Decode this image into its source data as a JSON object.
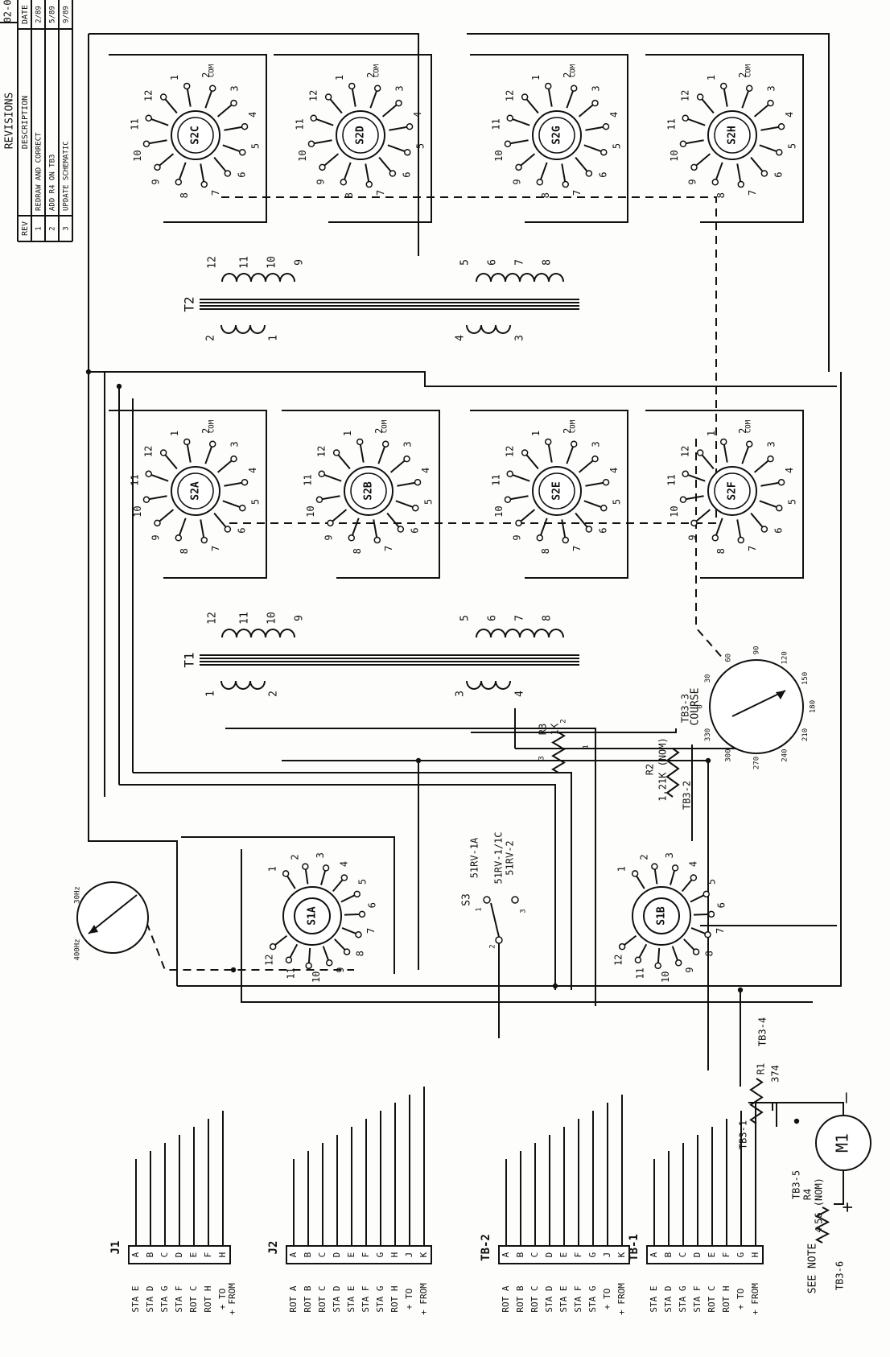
{
  "revisions": {
    "title": "REVISIONS",
    "drawing_no": "02-0",
    "headers": [
      "REV",
      "DESCRIPTION",
      "DATE"
    ],
    "rows": [
      [
        "1",
        "REDRAW AND CORRECT",
        "2/89"
      ],
      [
        "2",
        "ADD R4 ON TB3",
        "5/89"
      ],
      [
        "3",
        "UPDATE SCHEMATIC",
        "9/89"
      ]
    ]
  },
  "transformers": [
    {
      "id": "T2",
      "primary": [
        "2",
        "1",
        "4",
        "3"
      ],
      "secondary": [
        "12",
        "11",
        "10",
        "9",
        "5",
        "6",
        "7",
        "8"
      ]
    },
    {
      "id": "T1",
      "primary": [
        "1",
        "2",
        "3",
        "4"
      ],
      "secondary": [
        "12",
        "11",
        "10",
        "9",
        "5",
        "6",
        "7",
        "8"
      ]
    }
  ],
  "switch_decks": [
    {
      "id": "S2C",
      "positions": [
        "1",
        "2",
        "3",
        "4",
        "5",
        "6",
        "7",
        "8",
        "9",
        "10",
        "11",
        "12"
      ],
      "common": "COM"
    },
    {
      "id": "S2D",
      "positions": [
        "1",
        "2",
        "3",
        "4",
        "5",
        "6",
        "7",
        "8",
        "9",
        "10",
        "11",
        "12"
      ],
      "common": "COM"
    },
    {
      "id": "S2G",
      "positions": [
        "1",
        "2",
        "3",
        "4",
        "5",
        "6",
        "7",
        "8",
        "9",
        "10",
        "11",
        "12"
      ],
      "common": "COM"
    },
    {
      "id": "S2H",
      "positions": [
        "1",
        "2",
        "3",
        "4",
        "5",
        "6",
        "7",
        "8",
        "9",
        "10",
        "11",
        "12"
      ],
      "common": "COM"
    },
    {
      "id": "S2A",
      "positions": [
        "1",
        "2",
        "3",
        "4",
        "5",
        "6",
        "7",
        "8",
        "9",
        "10",
        "11",
        "12"
      ],
      "common": "COM"
    },
    {
      "id": "S2B",
      "positions": [
        "1",
        "2",
        "3",
        "4",
        "5",
        "6",
        "7",
        "8",
        "9",
        "10",
        "11",
        "12"
      ],
      "common": "COM"
    },
    {
      "id": "S2E",
      "positions": [
        "1",
        "2",
        "3",
        "4",
        "5",
        "6",
        "7",
        "8",
        "9",
        "10",
        "11",
        "12"
      ],
      "common": "COM"
    },
    {
      "id": "S2F",
      "positions": [
        "1",
        "2",
        "3",
        "4",
        "5",
        "6",
        "7",
        "8",
        "9",
        "10",
        "11",
        "12"
      ],
      "common": "COM"
    }
  ],
  "selector_switches": [
    {
      "id": "S1A",
      "positions": [
        "1",
        "2",
        "3",
        "4",
        "5",
        "6",
        "7",
        "8",
        "9",
        "10",
        "11",
        "12"
      ]
    },
    {
      "id": "S1B",
      "positions": [
        "1",
        "2",
        "3",
        "4",
        "5",
        "6",
        "7",
        "8",
        "9",
        "10",
        "11",
        "12"
      ]
    }
  ],
  "s3": {
    "id": "S3",
    "contacts": [
      "51RV-1A",
      "51RV-1/1C",
      "51RV-2"
    ],
    "terminals": [
      "1",
      "2",
      "3"
    ]
  },
  "course_dial": {
    "title": "COURSE",
    "marks": [
      "0",
      "30",
      "60",
      "90",
      "120",
      "150",
      "180",
      "210",
      "240",
      "270",
      "300",
      "330"
    ]
  },
  "frequency_meter": {
    "marks": [
      "400Hz",
      "30Hz"
    ]
  },
  "resistors": [
    {
      "id": "R3",
      "value": "1K",
      "pins": [
        "3",
        "2",
        "1"
      ]
    },
    {
      "id": "R2",
      "value": "1.21K (NOM)",
      "pins": [
        "TB3-3",
        "TB3-2"
      ]
    },
    {
      "id": "R1",
      "value": "374",
      "pins": [
        "TB3-4",
        "TB3-1"
      ]
    },
    {
      "id": "R4",
      "value": "56 (NOM)",
      "pins": [
        "TB3-5",
        "TB3-6"
      ],
      "pin_no": "4"
    }
  ],
  "motor": {
    "id": "M1",
    "plus": "+",
    "minus": "–"
  },
  "note": "SEE NOTE",
  "connectors": [
    {
      "id": "J1",
      "pins": [
        "A",
        "B",
        "C",
        "D",
        "E",
        "F",
        "H"
      ],
      "signals": [
        "STA E",
        "STA D",
        "STA G",
        "STA F",
        "ROT C",
        "ROT H",
        "+ TO",
        "+ FROM"
      ]
    },
    {
      "id": "J2",
      "pins": [
        "A",
        "B",
        "C",
        "D",
        "E",
        "F",
        "G",
        "H",
        "J",
        "K"
      ],
      "signals": [
        "ROT A",
        "ROT B",
        "ROT C",
        "STA D",
        "STA E",
        "STA F",
        "STA G",
        "ROT H",
        "+ TO",
        "+ FROM"
      ]
    },
    {
      "id": "TB-2",
      "pins": [
        "A",
        "B",
        "C",
        "D",
        "E",
        "F",
        "G",
        "J",
        "K"
      ],
      "signals": [
        "ROT A",
        "ROT B",
        "ROT C",
        "STA D",
        "STA E",
        "STA F",
        "STA G",
        "+ TO",
        "+ FROM"
      ]
    },
    {
      "id": "TB-1",
      "pins": [
        "A",
        "B",
        "C",
        "D",
        "E",
        "F",
        "G",
        "H"
      ],
      "signals": [
        "STA E",
        "STA D",
        "STA G",
        "STA F",
        "ROT C",
        "ROT H",
        "+ TO",
        "+ FROM"
      ]
    }
  ]
}
